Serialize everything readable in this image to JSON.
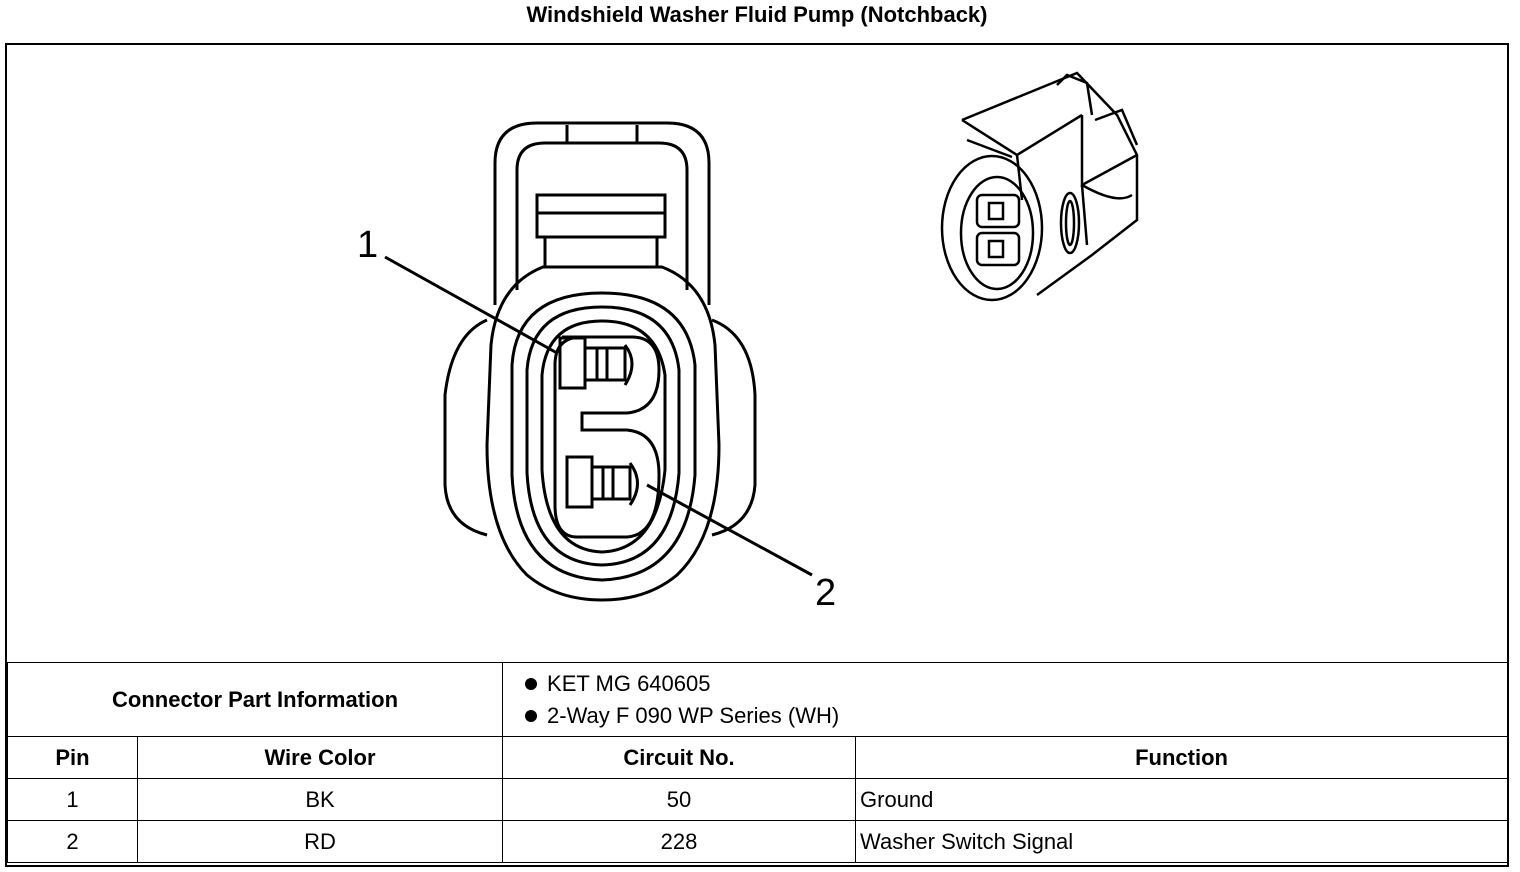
{
  "title": "Windshield Washer Fluid Pump (Notchback)",
  "diagram": {
    "callouts": [
      "1",
      "2"
    ]
  },
  "connector_info": {
    "label": "Connector Part Information",
    "parts": [
      "KET MG 640605",
      "2-Way F 090 WP Series (WH)"
    ]
  },
  "table": {
    "headers": [
      "Pin",
      "Wire Color",
      "Circuit No.",
      "Function"
    ],
    "rows": [
      [
        "1",
        "BK",
        "50",
        "Ground"
      ],
      [
        "2",
        "RD",
        "228",
        "Washer Switch Signal"
      ]
    ]
  }
}
